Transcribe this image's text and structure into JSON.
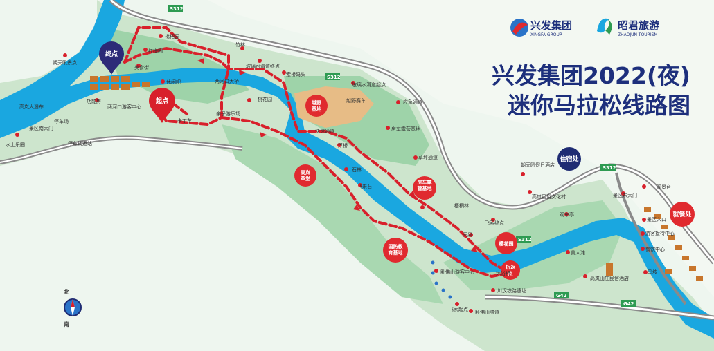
{
  "title": {
    "line1": "兴发集团2022(夜)",
    "line2": "迷你马拉松线路图"
  },
  "logos": {
    "xingfa_cn": "兴发集团",
    "xingfa_en": "XINGFA GROUP",
    "zhaojun_cn": "昭君旅游",
    "zhaojun_en": "ZHAOJUN TOURISM"
  },
  "markers": {
    "finish": "终点",
    "start": "起点",
    "lodging": "住宿处",
    "dining": "就餐处"
  },
  "compass": {
    "north": "北",
    "south": "南"
  },
  "roads": {
    "s312": "S312",
    "g42": "G42"
  },
  "poi_circles": {
    "offroad_base": "越野\n基地",
    "gaolan_grass": "高岚\n草堂",
    "rv_camp": "房车露\n营基地",
    "cherry_garden": "樱花园",
    "defense_base": "国防教\n育基地",
    "turnaround": "折返\n点"
  },
  "labels": {
    "loquat": "枇杷园",
    "red_plum": "红梅园",
    "food_street": "美食街",
    "zhaoyang_view": "朝天吼景点",
    "leisure": "休闲吧",
    "gongneng": "功能房",
    "visitor_center": "两河口游客中心",
    "waterfall": "高岚大瀑布",
    "east_gate_w": "景区南大门",
    "water_park": "水上乐园",
    "parking": "停车场",
    "bus_stop": "停车转运站",
    "kart": "卡丁车",
    "kids_park": "亲子游乐场",
    "two_river_bridge": "两河口大桥",
    "peach": "桃花园",
    "glass_slide": "玻璃水滑道终点",
    "suspension": "索桥码头",
    "glass_start": "玻璃水滑道起点",
    "emergency": "应急通道",
    "bamboo": "竹林",
    "offroad_race": "越野赛车",
    "quick_road": "快速通道",
    "rv_camp2": "房车露营基地",
    "floating_bridge": "浮桥",
    "stone_forest": "石林",
    "flying_stone": "飞来石",
    "grass_road": "草坪通道",
    "hotel": "朝天吼假日酒店",
    "folk_village": "高岚民俗文化村",
    "viewing": "观景台",
    "east_gate": "景区东大门",
    "rest_pavilion": "观车亭",
    "bike_point": "飞索终点",
    "tian_spring": "天泉",
    "scenic_entry": "景区入口",
    "visitor_reception": "游客接待中心",
    "restaurant": "餐饮中心",
    "meiren": "美人滩",
    "homestay_hotel": "高岚山庄民俗酒店",
    "flying_start": "飞索起点",
    "wolong": "卧佛山游客中心",
    "chuan_han": "川汉铁路遗址",
    "wofo_tunnel": "卧佛山隧道",
    "wutong": "梧桐林",
    "bathing": "沐浴桥",
    "mapo": "马坡"
  }
}
